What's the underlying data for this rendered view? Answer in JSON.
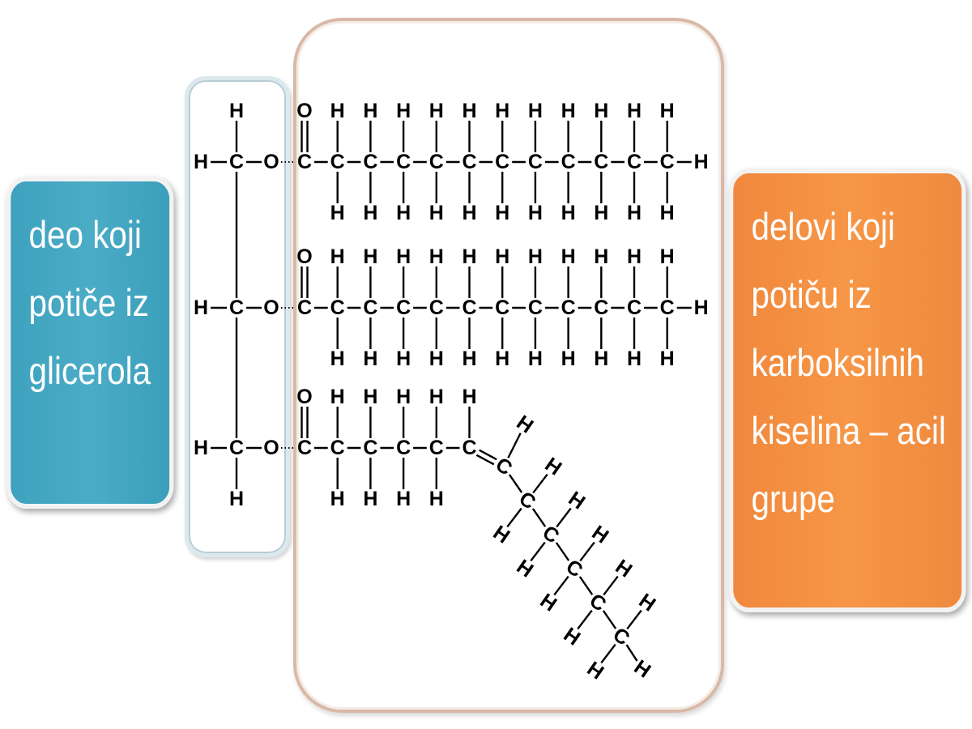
{
  "left_callout": {
    "lines": [
      "deo koji",
      "potiče iz",
      "glicerola"
    ],
    "color": "#4bacc6"
  },
  "right_callout": {
    "lines": [
      "delovi koji",
      "potiču iz",
      "karboksilnih",
      "kiselina – acil",
      "grupe"
    ],
    "color": "#f79646"
  },
  "atoms": {
    "carbon": "C",
    "hydrogen": "H",
    "oxygen": "O"
  },
  "structure": {
    "name": "triacylglycerol",
    "acyl_chain_carbons": [
      12,
      12,
      12
    ],
    "double_bond_position": "C6=C7 in third chain"
  }
}
